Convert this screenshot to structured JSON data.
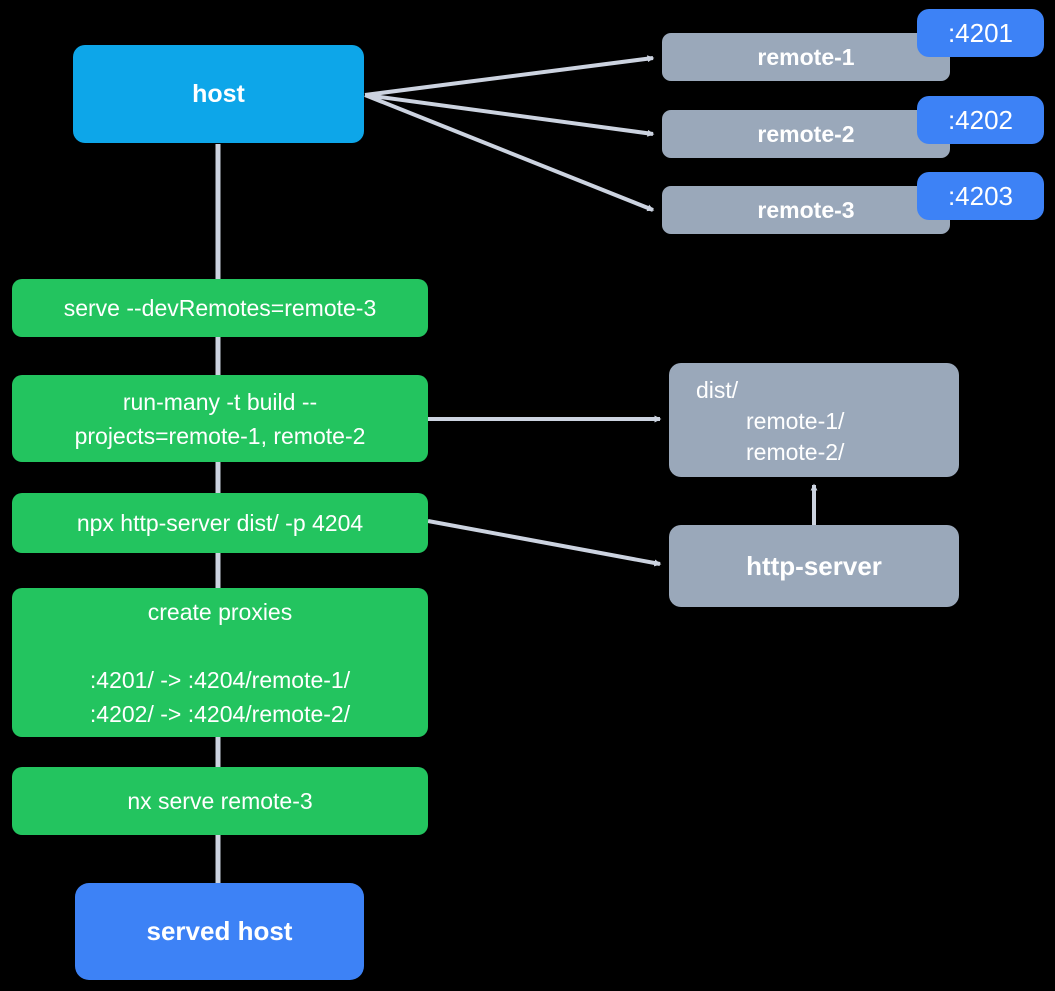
{
  "colors": {
    "host_blue": "#0da6e9",
    "badge_blue": "#3d82f6",
    "green": "#23c45f",
    "gray": "#9aa8ba",
    "line": "#ccd3e0"
  },
  "host": {
    "label": "host"
  },
  "remotes": [
    {
      "label": "remote-1",
      "port": ":4201"
    },
    {
      "label": "remote-2",
      "port": ":4202"
    },
    {
      "label": "remote-3",
      "port": ":4203"
    }
  ],
  "steps": [
    {
      "lines": [
        "serve --devRemotes=remote-3"
      ]
    },
    {
      "lines": [
        "run-many -t build --",
        "projects=remote-1, remote-2"
      ]
    },
    {
      "lines": [
        "npx http-server dist/ -p 4204"
      ]
    },
    {
      "lines": [
        "create proxies",
        "",
        ":4201/ -> :4204/remote-1/",
        ":4202/ -> :4204/remote-2/"
      ]
    },
    {
      "lines": [
        "nx serve remote-3"
      ]
    }
  ],
  "dist_box": {
    "lines": [
      "dist/",
      "remote-1/",
      "remote-2/"
    ]
  },
  "http_server": {
    "label": "http-server"
  },
  "served_host": {
    "label": "served host"
  }
}
